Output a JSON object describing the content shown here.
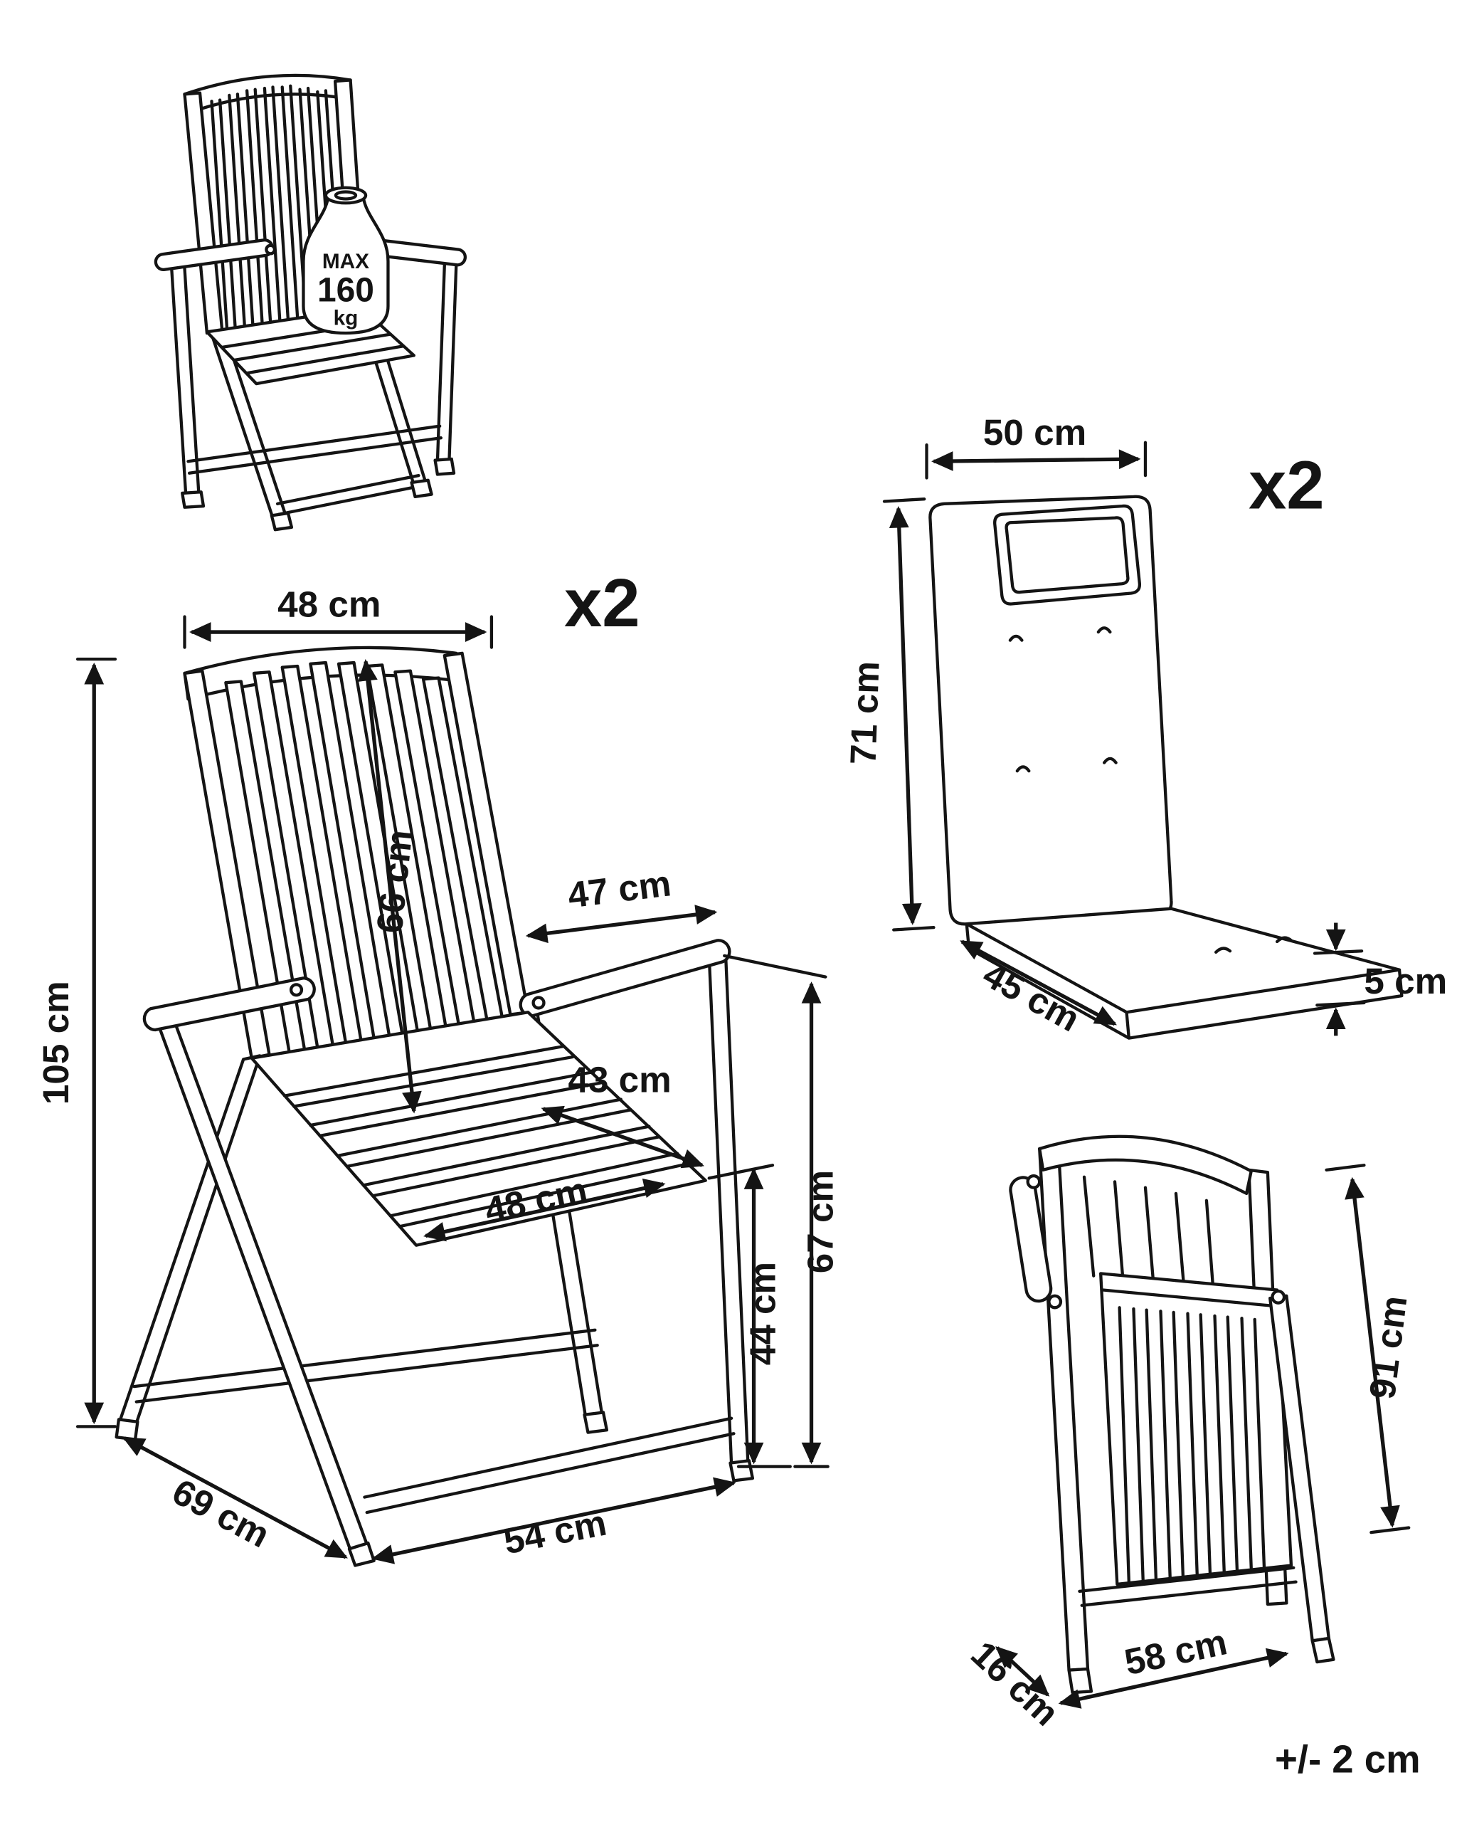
{
  "page": {
    "background": "#ffffff",
    "ink": "#141414",
    "tolerance_note": "+/- 2 cm"
  },
  "weight_marker": {
    "line1": "MAX",
    "line2": "160",
    "line3": "kg"
  },
  "reclining_chair": {
    "quantity_label": "x2",
    "dimensions": {
      "backrest_width": "48 cm",
      "total_height": "105 cm",
      "backrest_length": "66 cm",
      "armrest_length": "47 cm",
      "seat_depth": "43 cm",
      "seat_width": "48 cm",
      "seat_height": "44 cm",
      "armrest_height": "67 cm",
      "total_depth": "69 cm",
      "total_width": "54 cm"
    }
  },
  "cushion": {
    "quantity_label": "x2",
    "dimensions": {
      "width": "50 cm",
      "backrest_height": "71 cm",
      "seat_depth": "45 cm",
      "thickness": "5 cm"
    }
  },
  "folded_chair": {
    "dimensions": {
      "height": "91 cm",
      "depth": "16 cm",
      "width": "58 cm"
    }
  }
}
